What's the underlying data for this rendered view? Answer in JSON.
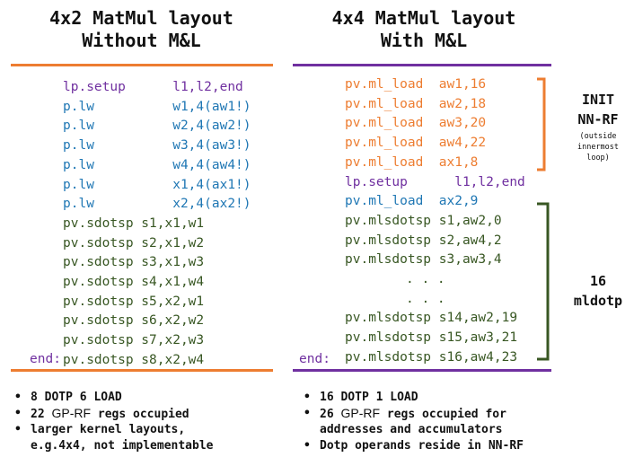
{
  "left": {
    "title_line1": "4x2 MatMul layout",
    "title_line2": "Without M&L",
    "code": [
      {
        "op": "lp.setup",
        "args": "l1,l2,end",
        "cls": "purple"
      },
      {
        "op": "p.lw",
        "args": "w1,4(aw1!)",
        "cls": "blue"
      },
      {
        "op": "p.lw",
        "args": "w2,4(aw2!)",
        "cls": "blue"
      },
      {
        "op": "p.lw",
        "args": "w3,4(aw3!)",
        "cls": "blue"
      },
      {
        "op": "p.lw",
        "args": "w4,4(aw4!)",
        "cls": "blue"
      },
      {
        "op": "p.lw",
        "args": "x1,4(ax1!)",
        "cls": "blue"
      },
      {
        "op": "p.lw",
        "args": "x2,4(ax2!)",
        "cls": "blue"
      },
      {
        "op": "pv.sdotsp",
        "args": "s1,x1,w1",
        "cls": "green"
      },
      {
        "op": "pv.sdotsp",
        "args": "s2,x1,w2",
        "cls": "green"
      },
      {
        "op": "pv.sdotsp",
        "args": "s3,x1,w3",
        "cls": "green"
      },
      {
        "op": "pv.sdotsp",
        "args": "s4,x1,w4",
        "cls": "green"
      },
      {
        "op": "pv.sdotsp",
        "args": "s5,x2,w1",
        "cls": "green"
      },
      {
        "op": "pv.sdotsp",
        "args": "s6,x2,w2",
        "cls": "green"
      },
      {
        "op": "pv.sdotsp",
        "args": "s7,x2,w3",
        "cls": "green"
      },
      {
        "op": "pv.sdotsp",
        "args": "s8,x2,w4",
        "cls": "green"
      }
    ],
    "end_label": "end:",
    "bullets": {
      "b1": "8 DOTP 6 LOAD",
      "b2_pre": "22 ",
      "b2_reg": "GP-RF",
      "b2_post": " regs occupied",
      "b3_line1": "larger kernel layouts,",
      "b3_line2": "e.g.4x4, not implementable"
    }
  },
  "right": {
    "title_line1": "4x4 MatMul layout",
    "title_line2": "With M&L",
    "code": [
      {
        "op": "pv.ml_load",
        "args": "aw1,16",
        "cls": "orange"
      },
      {
        "op": "pv.ml_load",
        "args": "aw2,18",
        "cls": "orange"
      },
      {
        "op": "pv.ml_load",
        "args": "aw3,20",
        "cls": "orange"
      },
      {
        "op": "pv.ml_load",
        "args": "aw4,22",
        "cls": "orange"
      },
      {
        "op": "pv.ml_load",
        "args": "ax1,8",
        "cls": "orange"
      },
      {
        "op": "lp.setup",
        "args": "l1,l2,end",
        "cls": "purple"
      },
      {
        "op": "pv.ml_load",
        "args": "ax2,9",
        "cls": "blue"
      },
      {
        "op": "pv.mlsdotsp",
        "args": "s1,aw2,0",
        "cls": "green"
      },
      {
        "op": "pv.mlsdotsp",
        "args": "s2,aw4,2",
        "cls": "green"
      },
      {
        "op": "pv.mlsdotsp",
        "args": "s3,aw3,4",
        "cls": "green"
      }
    ],
    "dots": ". . .",
    "code_tail": [
      {
        "op": "pv.mlsdotsp",
        "args": "s14,aw2,19",
        "cls": "green"
      },
      {
        "op": "pv.mlsdotsp",
        "args": "s15,aw3,21",
        "cls": "green"
      },
      {
        "op": "pv.mlsdotsp",
        "args": "s16,aw4,23",
        "cls": "green"
      }
    ],
    "end_label": "end:",
    "init_label_1": "INIT",
    "init_label_2": "NN-RF",
    "init_note_1": "(outside",
    "init_note_2": "innermost",
    "init_note_3": "loop)",
    "mldotp_label_1": "16",
    "mldotp_label_2": "mldotp",
    "bullets": {
      "b1": "16 DOTP 1 LOAD",
      "b2_pre": "26 ",
      "b2_reg": "GP-RF",
      "b2_post": " regs occupied for",
      "b2_line2": "addresses and accumulators",
      "b3": "Dotp operands reside in NN-RF"
    }
  },
  "colors": {
    "left_bar": "#ed7d31",
    "right_bar": "#7030a0",
    "bracket_orange": "#ed7d31",
    "bracket_green": "#385723"
  }
}
